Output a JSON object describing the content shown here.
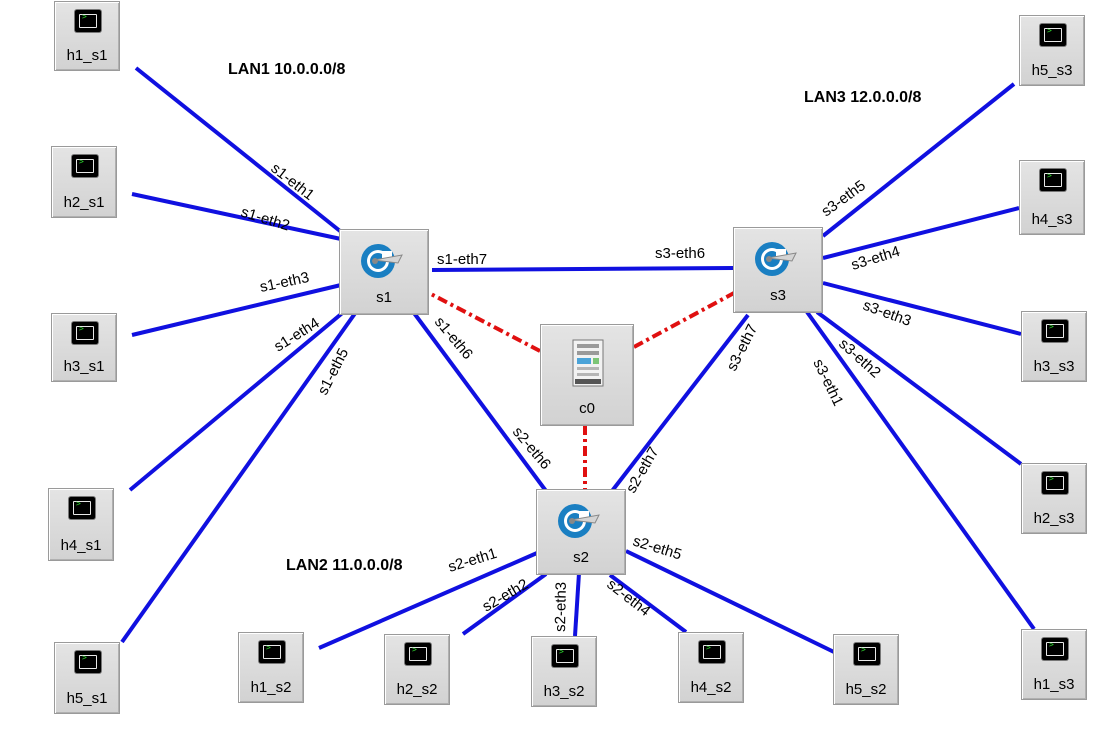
{
  "lans": [
    {
      "id": "lan1",
      "label": "LAN1 10.0.0.0/8"
    },
    {
      "id": "lan2",
      "label": "LAN2 11.0.0.0/8"
    },
    {
      "id": "lan3",
      "label": "LAN3 12.0.0.0/8"
    }
  ],
  "switches": [
    {
      "id": "s1",
      "label": "s1"
    },
    {
      "id": "s2",
      "label": "s2"
    },
    {
      "id": "s3",
      "label": "s3"
    }
  ],
  "controller": {
    "id": "c0",
    "label": "c0"
  },
  "hosts": [
    {
      "id": "h1_s1",
      "label": "h1_s1"
    },
    {
      "id": "h2_s1",
      "label": "h2_s1"
    },
    {
      "id": "h3_s1",
      "label": "h3_s1"
    },
    {
      "id": "h4_s1",
      "label": "h4_s1"
    },
    {
      "id": "h5_s1",
      "label": "h5_s1"
    },
    {
      "id": "h1_s2",
      "label": "h1_s2"
    },
    {
      "id": "h2_s2",
      "label": "h2_s2"
    },
    {
      "id": "h3_s2",
      "label": "h3_s2"
    },
    {
      "id": "h4_s2",
      "label": "h4_s2"
    },
    {
      "id": "h5_s2",
      "label": "h5_s2"
    },
    {
      "id": "h1_s3",
      "label": "h1_s3"
    },
    {
      "id": "h2_s3",
      "label": "h2_s3"
    },
    {
      "id": "h3_s3",
      "label": "h3_s3"
    },
    {
      "id": "h4_s3",
      "label": "h4_s3"
    },
    {
      "id": "h5_s3",
      "label": "h5_s3"
    }
  ],
  "links": [
    {
      "from": "h1_s1",
      "to": "s1",
      "port": "s1-eth1",
      "type": "data"
    },
    {
      "from": "h2_s1",
      "to": "s1",
      "port": "s1-eth2",
      "type": "data"
    },
    {
      "from": "h3_s1",
      "to": "s1",
      "port": "s1-eth3",
      "type": "data"
    },
    {
      "from": "h4_s1",
      "to": "s1",
      "port": "s1-eth4",
      "type": "data"
    },
    {
      "from": "h5_s1",
      "to": "s1",
      "port": "s1-eth5",
      "type": "data"
    },
    {
      "from": "s1",
      "to": "s3",
      "port": "s1-eth7",
      "port2": "s3-eth6",
      "type": "data"
    },
    {
      "from": "s1",
      "to": "s2",
      "port": "s1-eth6",
      "port2": "s2-eth6",
      "type": "data"
    },
    {
      "from": "s3",
      "to": "s2",
      "port": "s3-eth7",
      "port2": "s2-eth7",
      "type": "data"
    },
    {
      "from": "h1_s2",
      "to": "s2",
      "port": "s2-eth1",
      "type": "data"
    },
    {
      "from": "h2_s2",
      "to": "s2",
      "port": "s2-eth2",
      "type": "data"
    },
    {
      "from": "h3_s2",
      "to": "s2",
      "port": "s2-eth3",
      "type": "data"
    },
    {
      "from": "h4_s2",
      "to": "s2",
      "port": "s2-eth4",
      "type": "data"
    },
    {
      "from": "h5_s2",
      "to": "s2",
      "port": "s2-eth5",
      "type": "data"
    },
    {
      "from": "h1_s3",
      "to": "s3",
      "port": "s3-eth1",
      "type": "data"
    },
    {
      "from": "h2_s3",
      "to": "s3",
      "port": "s3-eth2",
      "type": "data"
    },
    {
      "from": "h3_s3",
      "to": "s3",
      "port": "s3-eth3",
      "type": "data"
    },
    {
      "from": "h4_s3",
      "to": "s3",
      "port": "s3-eth4",
      "type": "data"
    },
    {
      "from": "h5_s3",
      "to": "s3",
      "port": "s3-eth5",
      "type": "data"
    },
    {
      "from": "c0",
      "to": "s1",
      "type": "control"
    },
    {
      "from": "c0",
      "to": "s2",
      "type": "control"
    },
    {
      "from": "c0",
      "to": "s3",
      "type": "control"
    }
  ],
  "colors": {
    "data_link": "#1010e0",
    "control_link": "#e01010"
  },
  "icons": {
    "host": "terminal-icon",
    "switch": "switch-icon",
    "controller": "server-icon"
  }
}
